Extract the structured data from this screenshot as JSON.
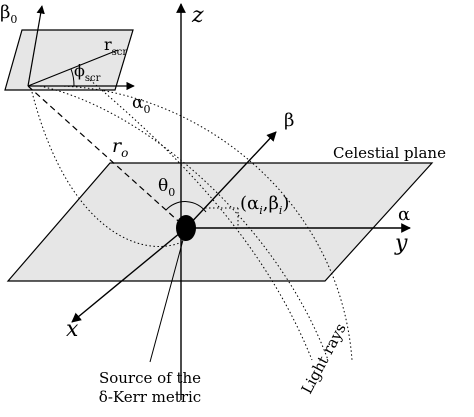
{
  "labels": {
    "z": "z",
    "y": "y",
    "x": "x",
    "alpha": "α",
    "beta": "β",
    "beta0_main": "β",
    "beta0_sub": "0",
    "alpha0_main": "α",
    "alpha0_sub": "0",
    "rscr_main": "r",
    "rscr_sub": "scr",
    "phiscr_main": "ϕ",
    "phiscr_sub": "scr",
    "ro_main": "r",
    "ro_sub": "o",
    "theta0_main": "θ",
    "theta0_sub": "0",
    "point_open": "(α",
    "point_i1": "i",
    "point_mid": ",β",
    "point_i2": "i",
    "point_close": ")",
    "celestial_plane": "Celestial plane",
    "source_line1": "Source of the",
    "source_line2": "δ-Kerr metric",
    "light_rays": "Light rays"
  },
  "colors": {
    "plane_fill": "#e6e6e6",
    "stroke": "#000000"
  }
}
